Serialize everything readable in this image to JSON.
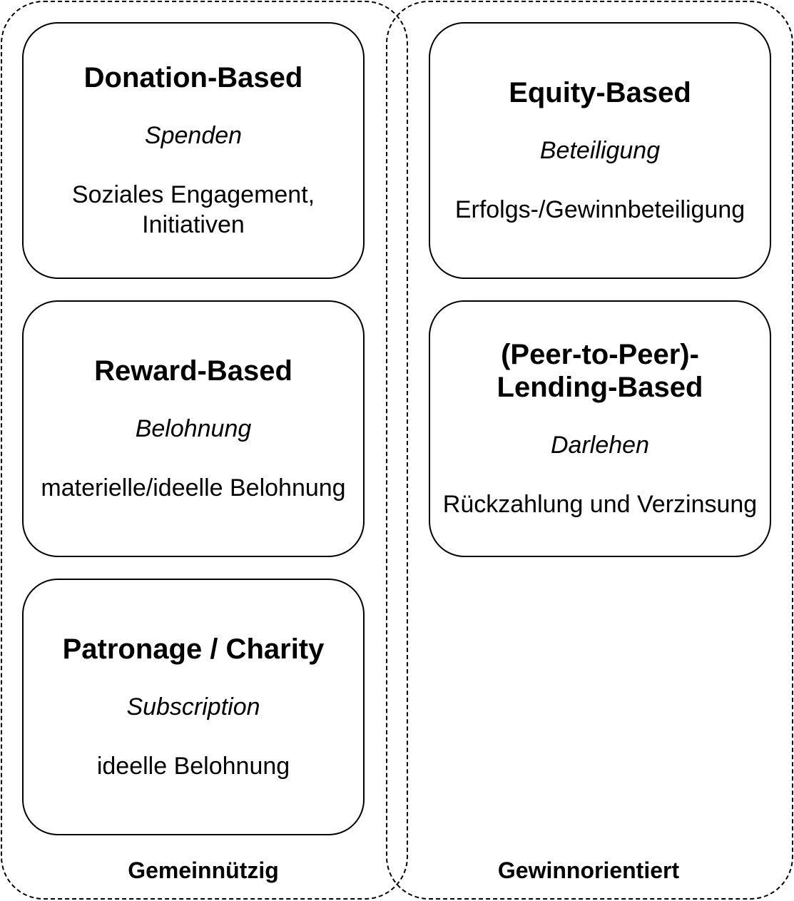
{
  "groups": {
    "left": {
      "label": "Gemeinnützig"
    },
    "right": {
      "label": "Gewinnorientiert"
    }
  },
  "cards": {
    "donation": {
      "title": "Donation-Based",
      "subtitle": "Spenden",
      "description": "Soziales Engagement,\nInitiativen"
    },
    "reward": {
      "title": "Reward-Based",
      "subtitle": "Belohnung",
      "description": "materielle/ideelle Belohnung"
    },
    "patronage": {
      "title": "Patronage / Charity",
      "subtitle": "Subscription",
      "description": "ideelle Belohnung"
    },
    "equity": {
      "title": "Equity-Based",
      "subtitle": "Beteiligung",
      "description": "Erfolgs-/Gewinnbeteiligung"
    },
    "lending": {
      "title_line1": "(Peer-to-Peer)-",
      "title_line2": "Lending-Based",
      "subtitle": "Darlehen",
      "description": "Rückzahlung und Verzinsung"
    }
  }
}
